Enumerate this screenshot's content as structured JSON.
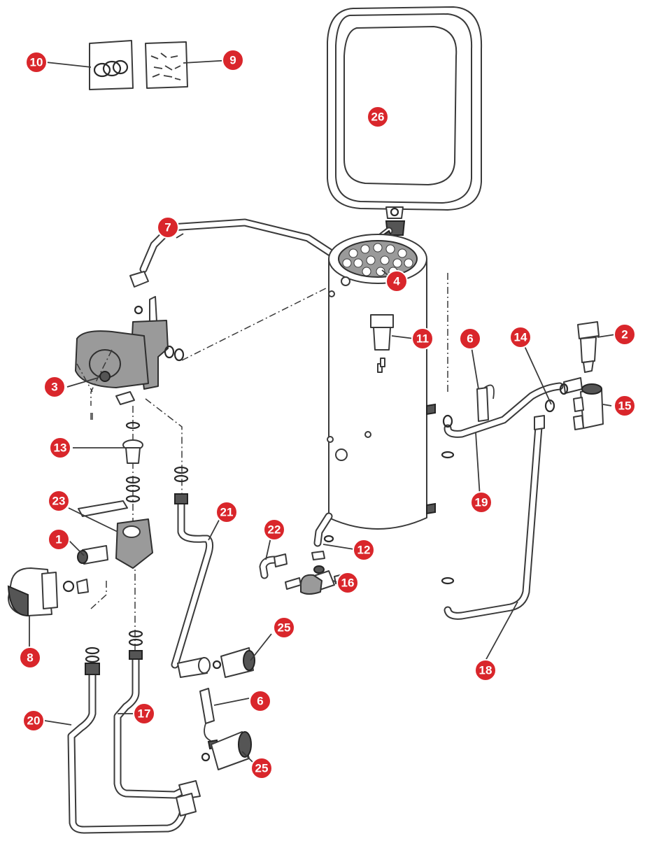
{
  "callouts": [
    {
      "id": "c10",
      "label": "10"
    },
    {
      "id": "c9",
      "label": "9"
    },
    {
      "id": "c26",
      "label": "26"
    },
    {
      "id": "c7",
      "label": "7"
    },
    {
      "id": "c11",
      "label": "11"
    },
    {
      "id": "c6a",
      "label": "6"
    },
    {
      "id": "c14",
      "label": "14"
    },
    {
      "id": "c2",
      "label": "2"
    },
    {
      "id": "c15",
      "label": "15"
    },
    {
      "id": "c3",
      "label": "3"
    },
    {
      "id": "c4",
      "label": "4"
    },
    {
      "id": "c13",
      "label": "13"
    },
    {
      "id": "c19",
      "label": "19"
    },
    {
      "id": "c23",
      "label": "23"
    },
    {
      "id": "c21",
      "label": "21"
    },
    {
      "id": "c22",
      "label": "22"
    },
    {
      "id": "c12",
      "label": "12"
    },
    {
      "id": "c1",
      "label": "1"
    },
    {
      "id": "c16",
      "label": "16"
    },
    {
      "id": "c25a",
      "label": "25"
    },
    {
      "id": "c8",
      "label": "8"
    },
    {
      "id": "c6b",
      "label": "6"
    },
    {
      "id": "c18",
      "label": "18"
    },
    {
      "id": "c20",
      "label": "20"
    },
    {
      "id": "c17",
      "label": "17"
    },
    {
      "id": "c25b",
      "label": "25"
    }
  ],
  "colors": {
    "callout_fill": "#d9262b",
    "callout_text": "#ffffff",
    "line_art": "#3a3a3a"
  }
}
